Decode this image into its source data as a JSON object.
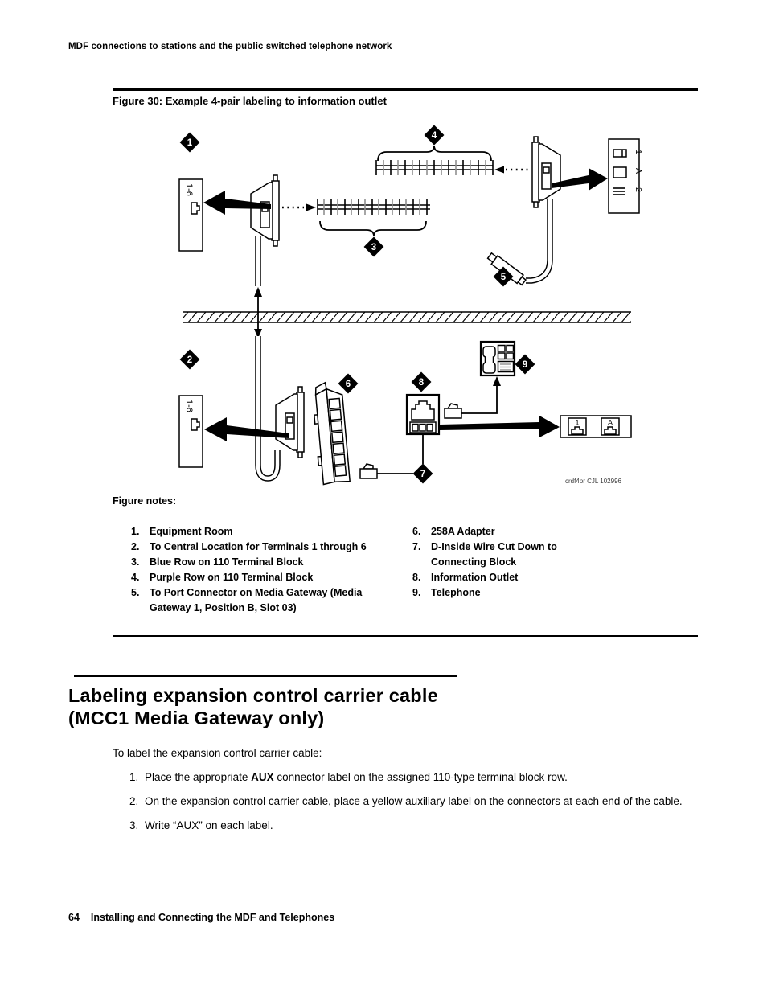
{
  "page": {
    "header": "MDF connections to stations and the public switched telephone network",
    "footer_page_number": "64",
    "footer_title": "Installing and Connecting the MDF and Telephones"
  },
  "figure": {
    "title": "Figure 30: Example 4-pair labeling to information outlet",
    "caption_code": "crdf4pr CJL 102996",
    "callouts": [
      "1",
      "2",
      "3",
      "4",
      "5",
      "6",
      "7",
      "8",
      "9"
    ],
    "labels": {
      "terminals_top": "1-6",
      "terminals_bottom": "1-6",
      "gateway_1": "1",
      "gateway_A": "A",
      "gateway_2": "2",
      "outlet_1": "1",
      "outlet_A": "A"
    }
  },
  "figure_notes": {
    "heading": "Figure notes:",
    "left": [
      {
        "num": "1.",
        "text": "Equipment Room"
      },
      {
        "num": "2.",
        "text": "To Central Location for Terminals 1 through 6"
      },
      {
        "num": "3.",
        "text": "Blue Row on 110 Terminal Block"
      },
      {
        "num": "4.",
        "text": "Purple Row on 110 Terminal Block"
      },
      {
        "num": "5.",
        "text": "To Port Connector on Media Gateway (Media Gateway 1, Position B, Slot 03)"
      }
    ],
    "right": [
      {
        "num": "6.",
        "text": "258A Adapter"
      },
      {
        "num": "7.",
        "text": "D-Inside Wire Cut Down to Connecting Block"
      },
      {
        "num": "8.",
        "text": "Information Outlet"
      },
      {
        "num": "9.",
        "text": "Telephone"
      }
    ]
  },
  "section": {
    "heading_line1": "Labeling expansion control carrier cable",
    "heading_line2": "(MCC1 Media Gateway only)",
    "intro": "To label the expansion control carrier cable:",
    "steps": [
      {
        "num": "1.",
        "pre": "Place the appropriate ",
        "bold": "AUX",
        "post": " connector label on the assigned 110-type terminal block row."
      },
      {
        "num": "2.",
        "pre": "On the expansion control carrier cable, place a yellow auxiliary label on the connectors at each end of the cable.",
        "bold": "",
        "post": ""
      },
      {
        "num": "3.",
        "pre": "Write “AUX” on each label.",
        "bold": "",
        "post": ""
      }
    ]
  }
}
